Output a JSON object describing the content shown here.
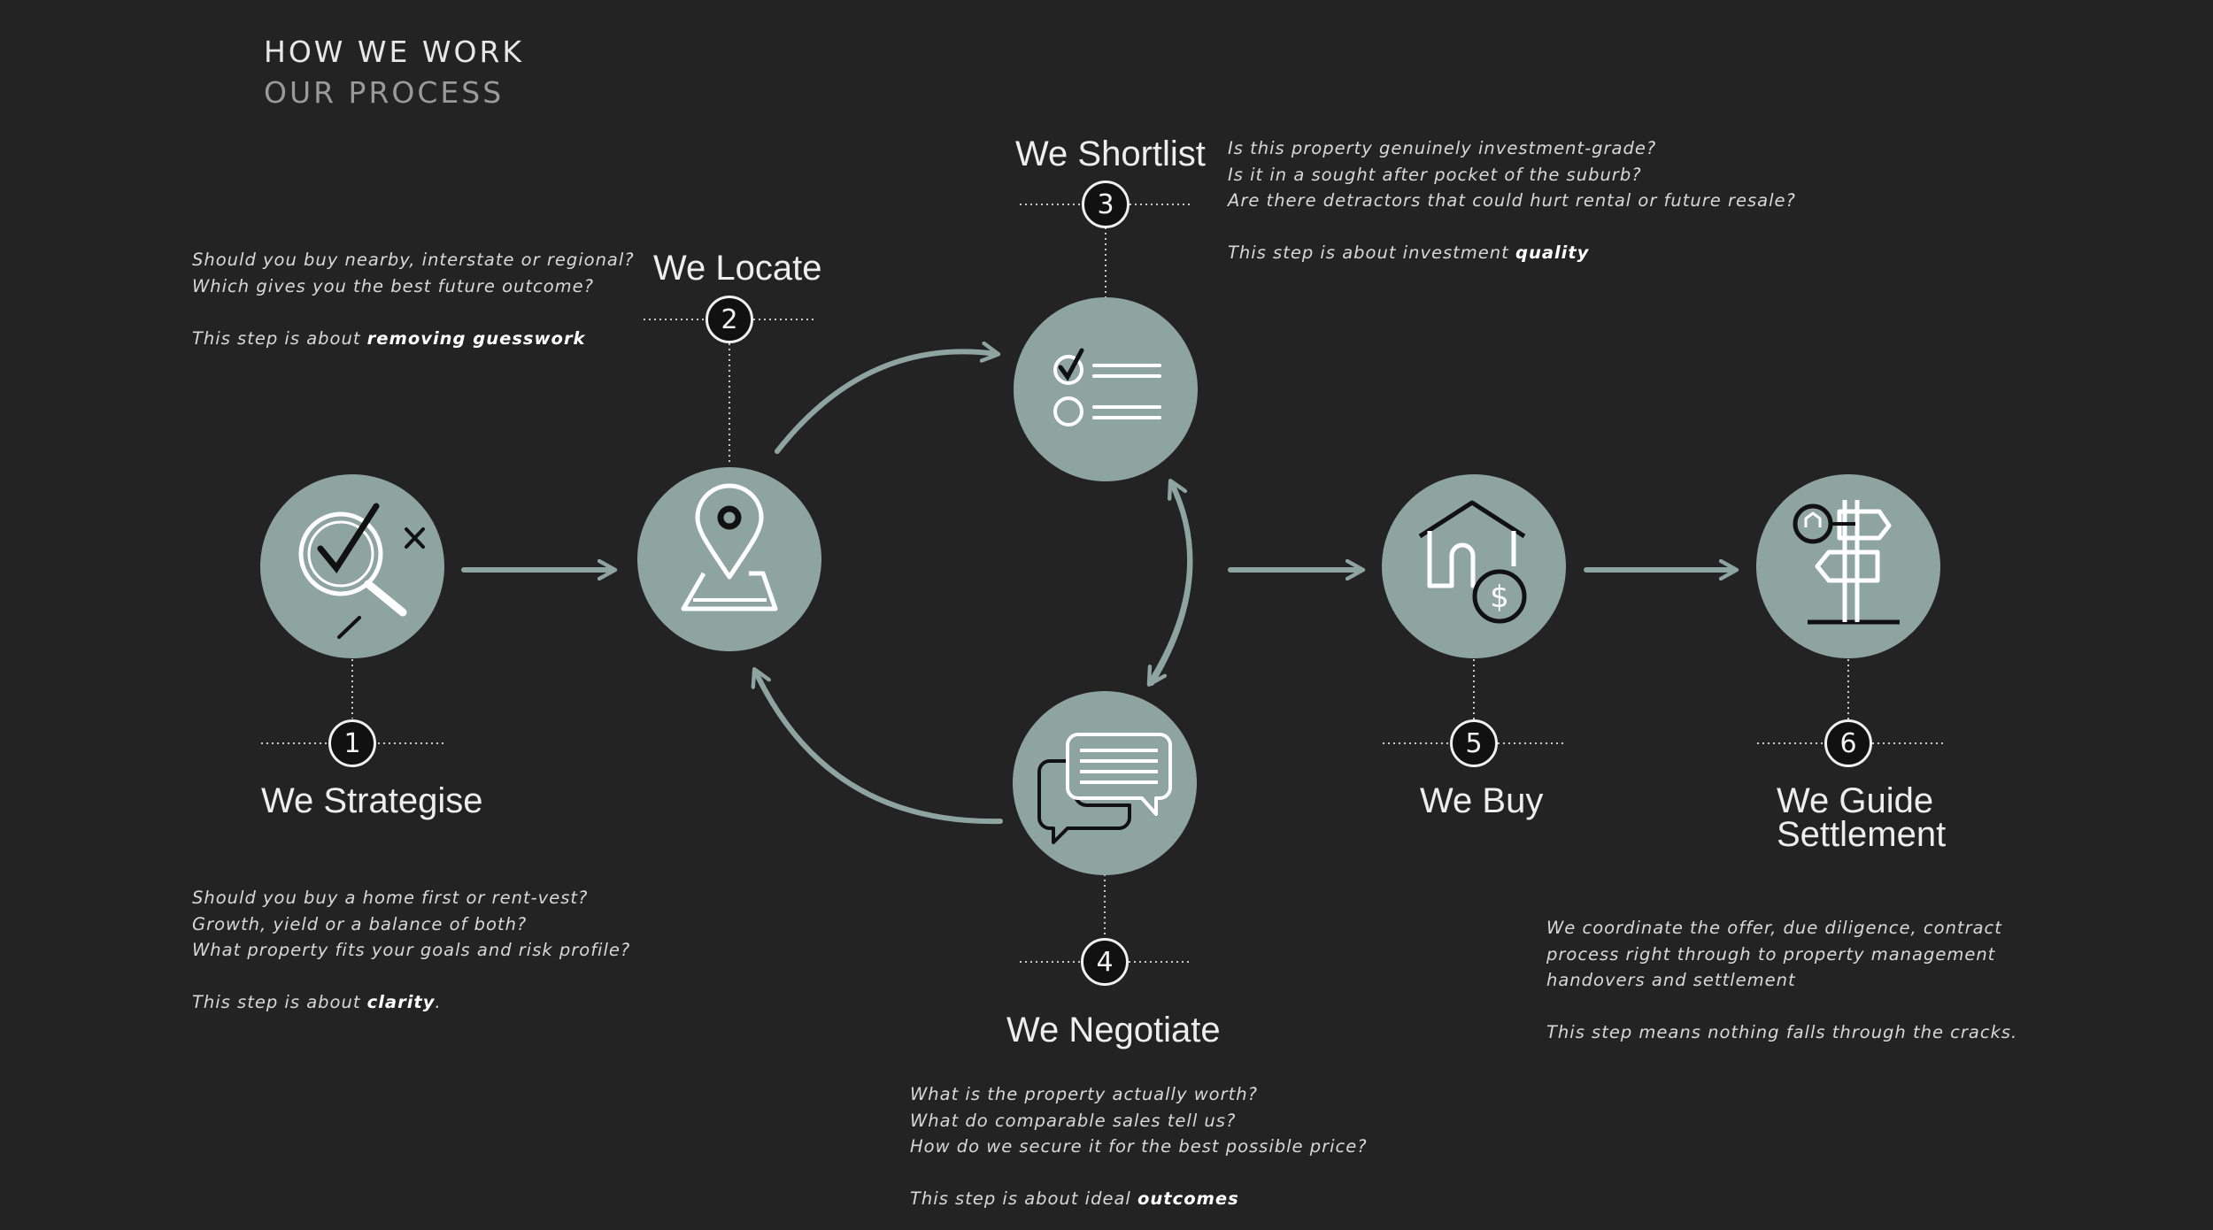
{
  "header": {
    "line1": "HOW WE WORK",
    "line2": "OUR PROCESS"
  },
  "colors": {
    "background": "#232323",
    "circle": "#8ea59f",
    "arrow": "#8ea59f",
    "text": "#e8e8e8"
  },
  "steps": [
    {
      "number": "1",
      "title": "We Strategise",
      "icon": "magnifier-check-icon",
      "questions": [
        "Should you buy a home first or rent-vest?",
        "Growth, yield or a balance of both?",
        "What property fits your goals and risk profile?"
      ],
      "summary_prefix": "This step is about ",
      "summary_bold": "clarity",
      "summary_suffix": "."
    },
    {
      "number": "2",
      "title": "We Locate",
      "icon": "map-pin-icon",
      "questions": [
        "Should you buy nearby, interstate or regional?",
        "Which gives you the best future outcome?"
      ],
      "summary_prefix": "This step is about ",
      "summary_bold": "removing guesswork",
      "summary_suffix": ""
    },
    {
      "number": "3",
      "title": "We Shortlist",
      "icon": "checklist-icon",
      "questions": [
        "Is this property genuinely investment-grade?",
        "Is it in a sought after pocket of the suburb?",
        "Are there detractors that could hurt rental or future resale?"
      ],
      "summary_prefix": "This step is about investment ",
      "summary_bold": "quality",
      "summary_suffix": ""
    },
    {
      "number": "4",
      "title": "We Negotiate",
      "icon": "chat-bubbles-icon",
      "questions": [
        "What is the property actually worth?",
        "What do comparable sales tell us?",
        "How do we secure it for the best possible price?"
      ],
      "summary_prefix": "This step is about ideal ",
      "summary_bold": "outcomes",
      "summary_suffix": ""
    },
    {
      "number": "5",
      "title": "We Buy",
      "icon": "house-dollar-icon",
      "questions": [],
      "summary_prefix": "",
      "summary_bold": "",
      "summary_suffix": ""
    },
    {
      "number": "6",
      "title_line1": "We Guide",
      "title_line2": "Settlement",
      "icon": "signpost-icon",
      "questions": [
        "We coordinate the offer, due diligence, contract",
        "process right through to property management",
        "handovers and settlement"
      ],
      "summary_prefix": "This step means nothing falls through the cracks.",
      "summary_bold": "",
      "summary_suffix": ""
    }
  ]
}
